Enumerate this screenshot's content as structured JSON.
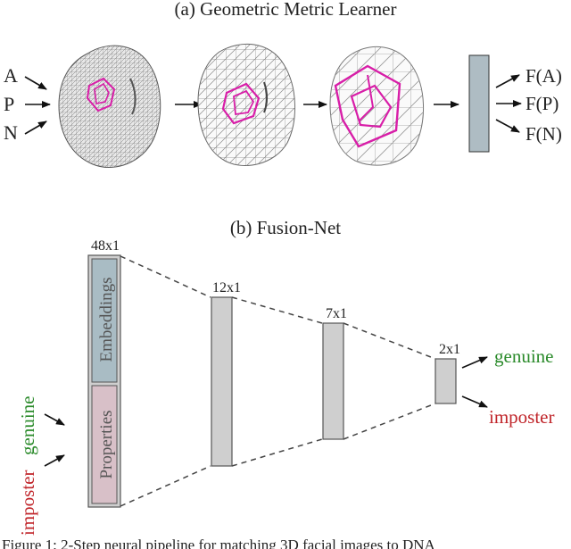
{
  "part_a": {
    "title": "(a) Geometric Metric Learner",
    "inputs": [
      "A",
      "P",
      "N"
    ],
    "outputs": [
      "F(A)",
      "F(P)",
      "F(N)"
    ]
  },
  "part_b": {
    "title": "(b) Fusion-Net",
    "input_labels": {
      "green": "genuine",
      "red": "imposter"
    },
    "layers": [
      {
        "size": "48x1"
      },
      {
        "size": "12x1"
      },
      {
        "size": "7x1"
      },
      {
        "size": "2x1"
      }
    ],
    "segments": {
      "top": "Embeddings",
      "bottom": "Properties"
    },
    "outputs": {
      "genuine": "genuine",
      "imposter": "imposter"
    }
  },
  "caption": "Figure 1: 2-Step neural pipeline for matching 3D facial images to DNA",
  "colors": {
    "mesh_highlight": "#d81ea8",
    "layer_fill": "#cfcfcf",
    "embeddings_fill": "#a9bcc4",
    "properties_fill": "#d8c0c8",
    "output_block": "#aebcc3",
    "genuine": "#2a8a2a",
    "imposter": "#c0252a"
  }
}
